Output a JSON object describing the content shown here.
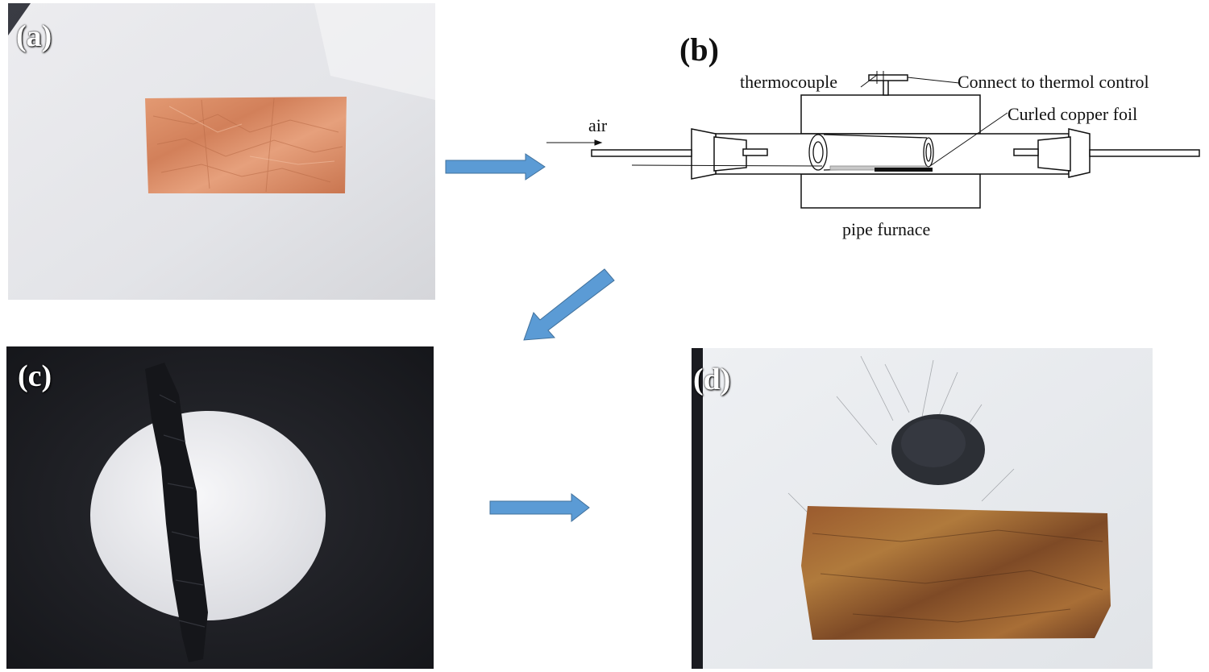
{
  "panels": {
    "a": {
      "label": "(a)"
    },
    "b": {
      "label": "(b)",
      "thermocouple": "thermocouple",
      "connect": "Connect to thermol control",
      "curled": "Curled copper foil",
      "air": "air",
      "furnace": "pipe furnace"
    },
    "c": {
      "label": "(c)"
    },
    "d": {
      "label": "(d)"
    }
  },
  "colors": {
    "arrow_fill": "#5b9bd5",
    "arrow_stroke": "#41719c",
    "copper": "#d9875e",
    "paper": "#e8e8ea",
    "dark_bg": "#1c1d22",
    "carbon": "#15161a"
  }
}
